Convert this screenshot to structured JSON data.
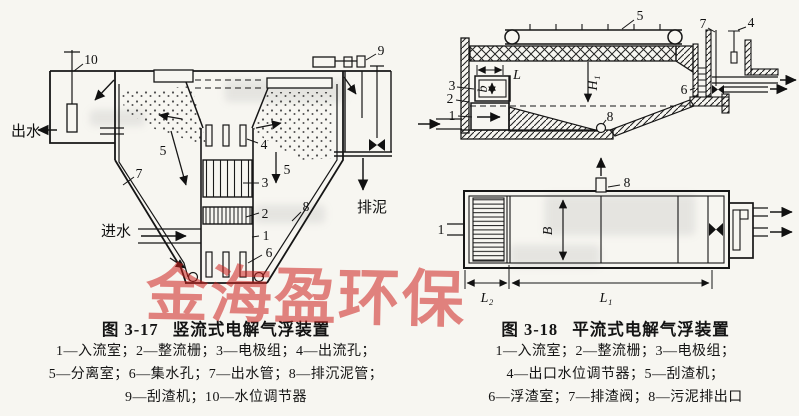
{
  "watermark": "金海盈环保",
  "fig_left": {
    "caption": {
      "no": "图 3-17",
      "title": "竖流式电解气浮装置"
    },
    "legend": [
      "1—入流室；2—整流栅；3—电极组；4—出流孔；",
      "5—分离室；6—集水孔；7—出水管；8—排沉泥管；",
      "9—刮渣机；10—水位调节器"
    ],
    "flow": {
      "outlet": "出水",
      "inlet": "进水",
      "sludge": "排泥"
    },
    "nums": {
      "1": "1",
      "2": "2",
      "3": "3",
      "4": "4",
      "5": "5",
      "6": "6",
      "7": "7",
      "8": "8",
      "9": "9",
      "10": "10"
    }
  },
  "fig_right": {
    "caption": {
      "no": "图 3-18",
      "title": "平流式电解气浮装置"
    },
    "legend": [
      "1—入流室；2—整流栅；3—电极组；",
      "4—出口水位调节器；5—刮渣机；",
      "6—浮渣室；7—排渣阀；8—污泥排出口"
    ],
    "dims": {
      "L": "L",
      "b": "b",
      "H1": "H₁",
      "B": "B",
      "L1": "L₁",
      "L2": "L₂"
    },
    "side_nums": {
      "1": "1",
      "2": "2",
      "3": "3",
      "4": "4",
      "5": "5",
      "6": "6",
      "7": "7",
      "8": "8"
    },
    "plan_nums": {
      "1": "1",
      "8": "8"
    }
  }
}
